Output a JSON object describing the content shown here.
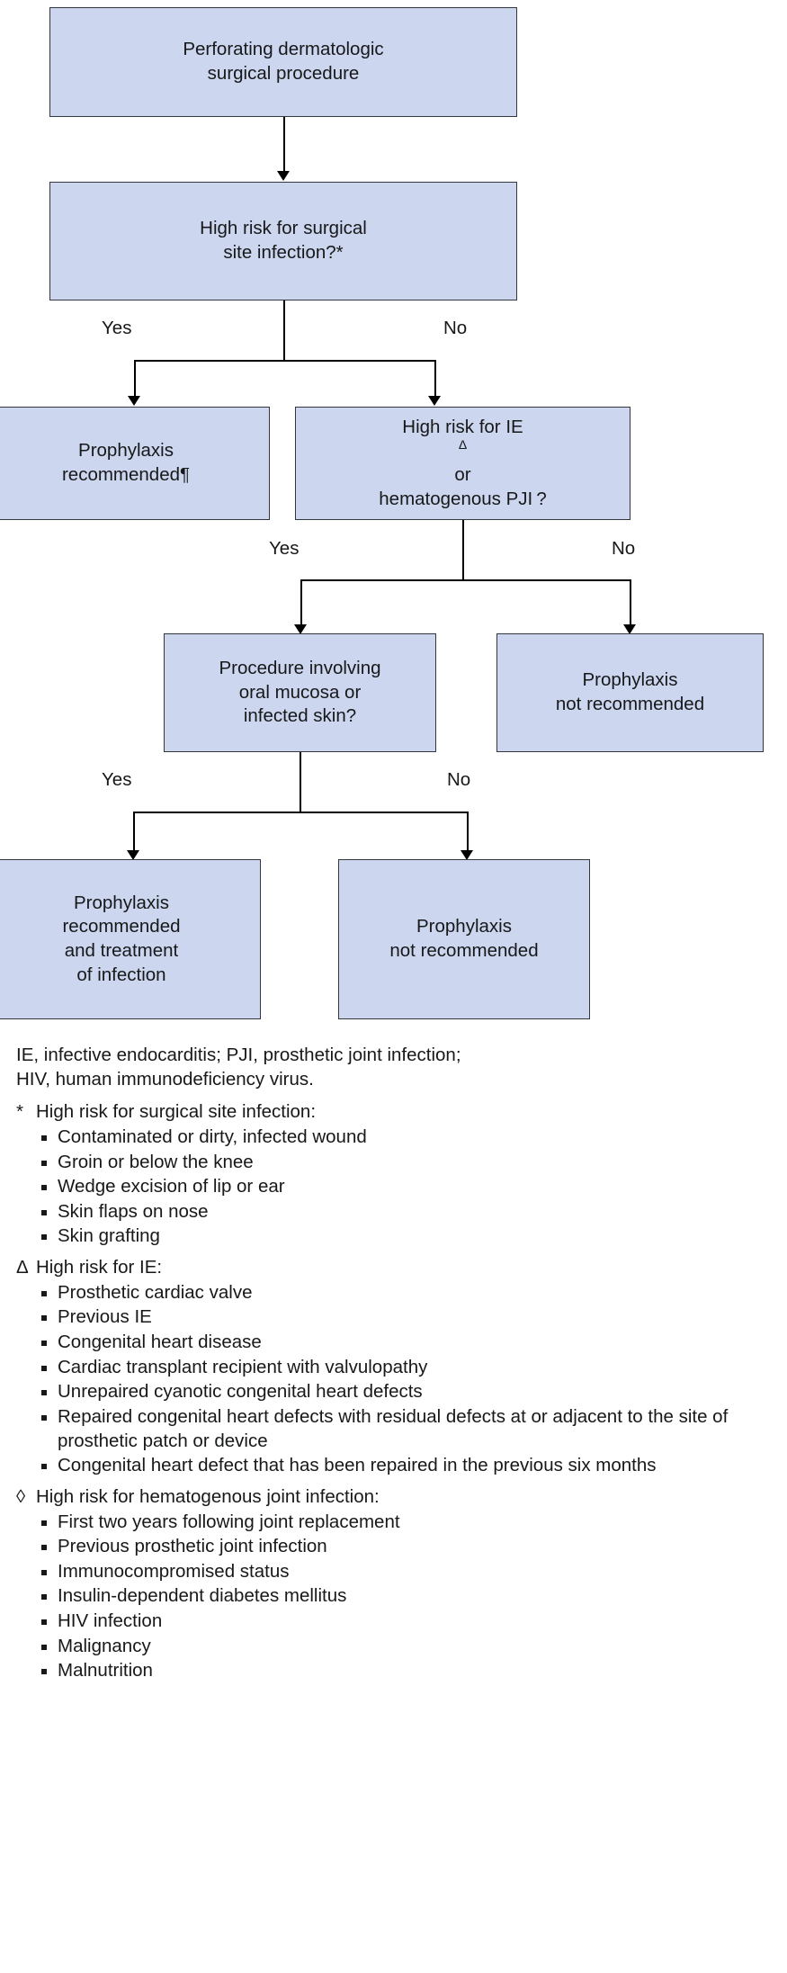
{
  "colors": {
    "box_fill": "#ccd6ee",
    "box_border": "#33373d",
    "text": "#17181a",
    "connector": "#000000"
  },
  "flowchart": {
    "type": "decision-tree",
    "nodes": [
      {
        "id": "start",
        "kind": "process",
        "line1": "Perforating dermatologic",
        "line2": "surgical procedure",
        "line3": "",
        "line4": ""
      },
      {
        "id": "q-ssi",
        "kind": "decision",
        "line1": "High risk for surgical",
        "line2": "site infection?*",
        "line3": "",
        "line4": ""
      },
      {
        "id": "out-ssi-yes",
        "kind": "outcome",
        "line1": "Prophylaxis",
        "line2": "recommended¶",
        "line3": "",
        "line4": ""
      },
      {
        "id": "q-ie-pji",
        "kind": "decision",
        "line1": "High risk for IE",
        "line1_sup": "Δ",
        "line1_tail": " or",
        "line2": "hematogenous PJI ?",
        "line3": "",
        "line4": ""
      },
      {
        "id": "q-mucosa",
        "kind": "decision",
        "line1": "Procedure involving",
        "line2": "oral mucosa or",
        "line3": "infected skin?",
        "line4": ""
      },
      {
        "id": "out-pji-no",
        "kind": "outcome",
        "line1": "Prophylaxis",
        "line2": "not recommended",
        "line3": "",
        "line4": ""
      },
      {
        "id": "out-mucosa-yes",
        "kind": "outcome",
        "line1": "Prophylaxis",
        "line2": "recommended",
        "line3": "and treatment",
        "line4": "of infection"
      },
      {
        "id": "out-mucosa-no",
        "kind": "outcome",
        "line1": "Prophylaxis",
        "line2": "not recommended",
        "line3": "",
        "line4": ""
      }
    ],
    "edge_labels": {
      "ssi_yes": "Yes",
      "ssi_no": "No",
      "iepji_yes": "Yes",
      "iepji_no": "No",
      "mucosa_yes": "Yes",
      "mucosa_no": "No"
    }
  },
  "footnotes": {
    "abbreviations": [
      "IE, infective endocarditis; PJI, prosthetic joint infection;",
      "HIV, human immunodeficiency virus."
    ],
    "groups": [
      {
        "marker": "*",
        "title": "High risk for surgical site infection:",
        "items": [
          "Contaminated or dirty, infected wound",
          "Groin or below the knee",
          "Wedge excision of lip or ear",
          "Skin flaps on nose",
          "Skin grafting"
        ]
      },
      {
        "marker": "Δ",
        "title": "High risk for IE:",
        "items": [
          "Prosthetic cardiac valve",
          "Previous IE",
          "Congenital heart disease",
          "Cardiac transplant recipient with valvulopathy",
          "Unrepaired cyanotic congenital heart defects",
          "Repaired congenital heart defects with residual defects at or adjacent to the site of prosthetic patch or device",
          "Congenital heart defect that has been repaired in the previous six months"
        ]
      },
      {
        "marker": "◊",
        "title": "High risk for hematogenous joint infection:",
        "items": [
          "First two years following joint replacement",
          "Previous prosthetic joint infection",
          "Immunocompromised status",
          "Insulin-dependent diabetes mellitus",
          "HIV infection",
          "Malignancy",
          "Malnutrition"
        ]
      }
    ]
  }
}
